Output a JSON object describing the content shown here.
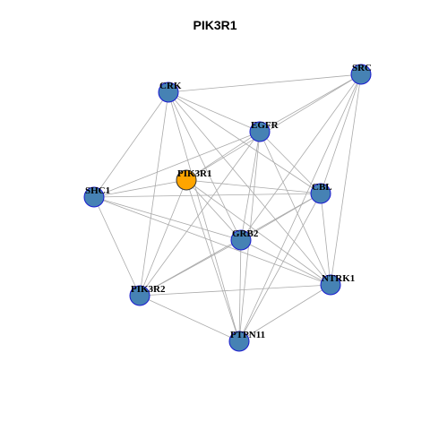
{
  "title": "PIK3R1",
  "colors": {
    "node_fill": "#4682b4",
    "node_border": "#1a1ad0",
    "focus_fill": "#ffa500",
    "focus_border": "#333333",
    "edge": "#aaaaaa"
  },
  "nodes": [
    {
      "id": "SRC",
      "label": "SRC",
      "focus": false
    },
    {
      "id": "CRK",
      "label": "CRK",
      "focus": false
    },
    {
      "id": "EGFR",
      "label": "EGFR",
      "focus": false
    },
    {
      "id": "PIK3R1",
      "label": "PIK3R1",
      "focus": true
    },
    {
      "id": "SHC1",
      "label": "SHC1",
      "focus": false
    },
    {
      "id": "CBL",
      "label": "CBL",
      "focus": false
    },
    {
      "id": "GRB2",
      "label": "GRB2",
      "focus": false
    },
    {
      "id": "NTRK1",
      "label": "NTRK1",
      "focus": false
    },
    {
      "id": "PIK3R2",
      "label": "PIK3R2",
      "focus": false
    },
    {
      "id": "PTPN11",
      "label": "PTPN11",
      "focus": false
    }
  ],
  "edges": [
    [
      "CRK",
      "SRC"
    ],
    [
      "CRK",
      "EGFR"
    ],
    [
      "CRK",
      "CBL"
    ],
    [
      "CRK",
      "GRB2"
    ],
    [
      "CRK",
      "SHC1"
    ],
    [
      "CRK",
      "PIK3R2"
    ],
    [
      "CRK",
      "PTPN11"
    ],
    [
      "CRK",
      "NTRK1"
    ],
    [
      "SRC",
      "EGFR"
    ],
    [
      "SRC",
      "PIK3R1"
    ],
    [
      "SRC",
      "CBL"
    ],
    [
      "SRC",
      "GRB2"
    ],
    [
      "SRC",
      "NTRK1"
    ],
    [
      "SRC",
      "PTPN11"
    ],
    [
      "EGFR",
      "SHC1"
    ],
    [
      "EGFR",
      "PIK3R1"
    ],
    [
      "EGFR",
      "CBL"
    ],
    [
      "EGFR",
      "GRB2"
    ],
    [
      "EGFR",
      "NTRK1"
    ],
    [
      "EGFR",
      "PIK3R2"
    ],
    [
      "EGFR",
      "PTPN11"
    ],
    [
      "PIK3R1",
      "SHC1"
    ],
    [
      "PIK3R1",
      "CBL"
    ],
    [
      "PIK3R1",
      "GRB2"
    ],
    [
      "PIK3R1",
      "PIK3R2"
    ],
    [
      "PIK3R1",
      "PTPN11"
    ],
    [
      "PIK3R1",
      "NTRK1"
    ],
    [
      "SHC1",
      "CBL"
    ],
    [
      "SHC1",
      "GRB2"
    ],
    [
      "SHC1",
      "NTRK1"
    ],
    [
      "SHC1",
      "PIK3R2"
    ],
    [
      "CBL",
      "GRB2"
    ],
    [
      "CBL",
      "NTRK1"
    ],
    [
      "CBL",
      "PTPN11"
    ],
    [
      "CBL",
      "PIK3R2"
    ],
    [
      "GRB2",
      "NTRK1"
    ],
    [
      "GRB2",
      "PIK3R2"
    ],
    [
      "GRB2",
      "PTPN11"
    ],
    [
      "NTRK1",
      "PIK3R2"
    ],
    [
      "NTRK1",
      "PTPN11"
    ],
    [
      "PIK3R2",
      "PTPN11"
    ]
  ]
}
